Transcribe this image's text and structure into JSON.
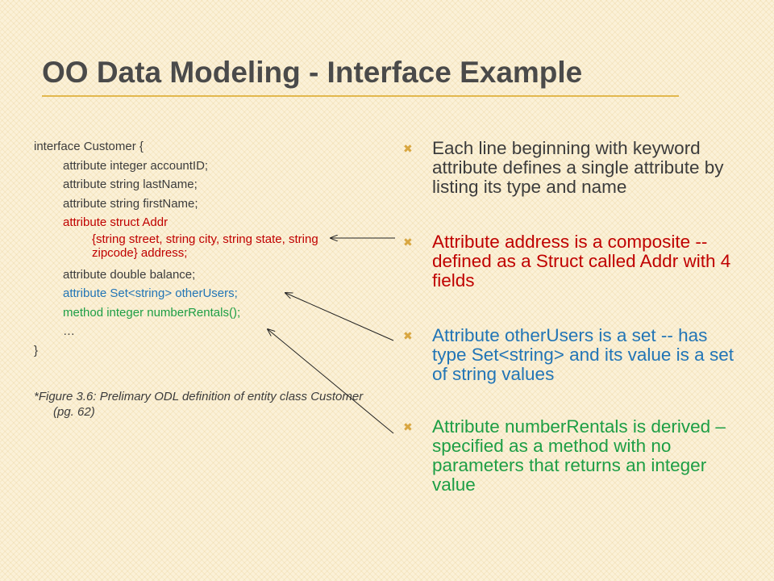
{
  "title": "OO Data Modeling - Interface Example",
  "code": {
    "line1": "interface Customer {",
    "line2": "attribute integer accountID;",
    "line3": "attribute string  lastName;",
    "line4": "attribute string firstName;",
    "line5": "attribute struct Addr",
    "line6": "{string street, string city, string state, string zipcode} address;",
    "line7": "attribute double balance;",
    "line8": "attribute Set<string> otherUsers;",
    "line9": "method integer numberRentals();",
    "line10": "…",
    "line11": "}",
    "caption": "*Figure 3.6: Prelimary ODL definition of entity class Customer (pg. 62)"
  },
  "bullets": [
    {
      "text": "Each line beginning with keyword attribute defines a single attribute by listing its type and name",
      "color": "#3c3c3c"
    },
    {
      "text": "Attribute address is a composite -- defined as a Struct called Addr with 4 fields",
      "color": "#c00000"
    },
    {
      "text": "Attribute otherUsers is a set -- has type Set<string> and its value is a set of string values",
      "color": "#2275b6"
    },
    {
      "text": "Attribute numberRentals is derived – specified as a method with no parameters that returns an integer value",
      "color": "#1d9e45"
    }
  ],
  "icons": {
    "bullet_marker": "x-mark-icon",
    "arrow": "arrow-icon"
  },
  "colors": {
    "title": "#4a4a4a",
    "title_underline": "#e2b84e",
    "bullet_marker": "#d8a640",
    "background": "#fbf1d8"
  }
}
